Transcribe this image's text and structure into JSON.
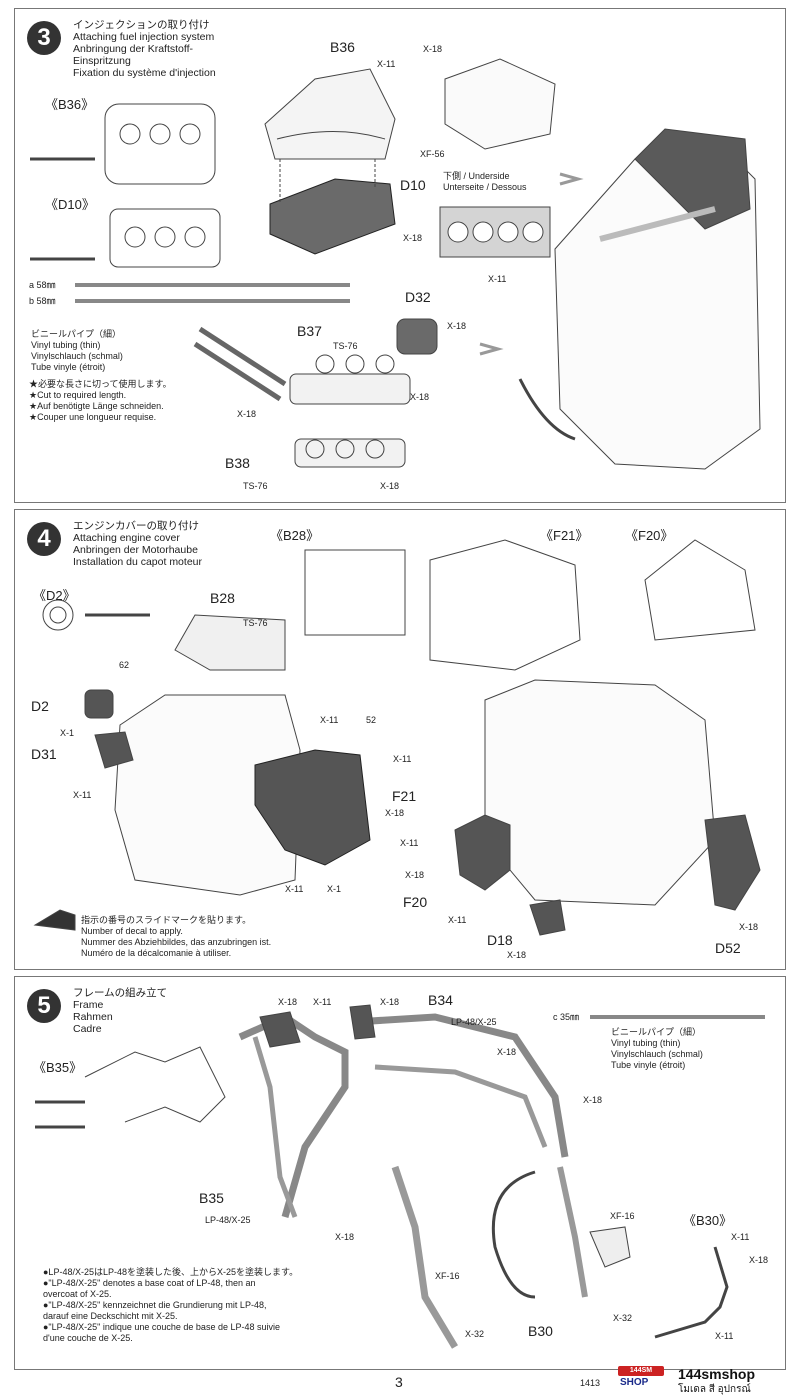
{
  "step3": {
    "number": "3",
    "title_jp": "インジェクションの取り付け",
    "title_en": "Attaching fuel injection system",
    "title_de1": "Anbringung der Kraftstoff-",
    "title_de2": "Einspritzung",
    "title_fr": "Fixation du système d'injection",
    "refs": {
      "b36": "《B36》",
      "d10": "《D10》"
    },
    "labels": {
      "b36": "B36",
      "d10": "D10",
      "d32": "D32",
      "b37": "B37",
      "b38": "B38"
    },
    "paints": {
      "x11": "X-11",
      "x18": "X-18",
      "xf56": "XF-56",
      "ts76": "TS-76"
    },
    "underside": "下側 / Underside",
    "underside2": "Unterseite / Dessous",
    "tubing_a": "a 58㎜",
    "tubing_b": "b 58㎜",
    "vinyl_jp": "ビニールパイプ（細）",
    "vinyl_en": "Vinyl tubing (thin)",
    "vinyl_de": "Vinylschlauch (schmal)",
    "vinyl_fr": "Tube vinyle (étroit)",
    "cut_jp": "★必要な長さに切って使用します。",
    "cut_en": "★Cut to required length.",
    "cut_de": "★Auf benötigte Länge schneiden.",
    "cut_fr": "★Couper une longueur requise."
  },
  "step4": {
    "number": "4",
    "title_jp": "エンジンカバーの取り付け",
    "title_en": "Attaching engine cover",
    "title_de": "Anbringen der Motorhaube",
    "title_fr": "Installation du capot moteur",
    "refs": {
      "b28": "《B28》",
      "f21": "《F21》",
      "f20": "《F20》",
      "d2": "《D2》"
    },
    "labels": {
      "b28": "B28",
      "d2": "D2",
      "d31": "D31",
      "f21": "F21",
      "f20": "F20",
      "d18": "D18",
      "d52": "D52"
    },
    "decals": {
      "d62": "62",
      "d52": "52"
    },
    "paints": {
      "x1": "X-1",
      "x11": "X-11",
      "x18": "X-18",
      "ts76": "TS-76"
    },
    "decal_jp": "指示の番号のスライドマークを貼ります。",
    "decal_en": "Number of decal to apply.",
    "decal_de": "Nummer des Abziehbildes, das anzubringen ist.",
    "decal_fr": "Numéro de la décalcomanie à utiliser."
  },
  "step5": {
    "number": "5",
    "title_jp": "フレームの組み立て",
    "title_en": "Frame",
    "title_de": "Rahmen",
    "title_fr": "Cadre",
    "refs": {
      "b35": "《B35》",
      "b30": "《B30》"
    },
    "labels": {
      "b34": "B34",
      "b35": "B35",
      "b30": "B30"
    },
    "paints": {
      "x11": "X-11",
      "x18": "X-18",
      "x32": "X-32",
      "xf16": "XF-16",
      "lp48": "LP-48/X-25"
    },
    "tubing_c": "c 35㎜",
    "vinyl_jp": "ビニールパイプ（細）",
    "vinyl_en": "Vinyl tubing (thin)",
    "vinyl_de": "Vinylschlauch (schmal)",
    "vinyl_fr": "Tube vinyle (étroit)",
    "note_jp": "●LP-48/X-25はLP-48を塗装した後、上からX-25を塗装します。",
    "note_en1": "●\"LP-48/X-25\" denotes a base coat of LP-48, then an",
    "note_en2": "overcoat of X-25.",
    "note_de1": "●\"LP-48/X-25\" kennzeichnet die Grundierung mit LP-48,",
    "note_de2": "darauf eine Deckschicht mit X-25.",
    "note_fr1": "●\"LP-48/X-25\" indique une couche de base de LP-48 suivie",
    "note_fr2": "d'une couche de X-25."
  },
  "footer": {
    "page_number": "3",
    "code": "1413",
    "shop_badge": "144SM",
    "shop_word": "SHOP",
    "shop_name": "144smshop",
    "shop_tagline": "โมเดล สี อุปกรณ์"
  }
}
